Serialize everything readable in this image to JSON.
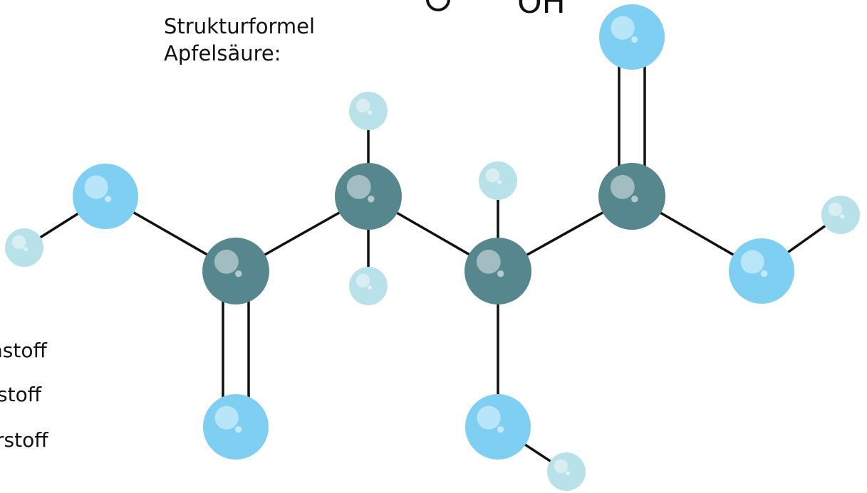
{
  "title": {
    "line1": "Strukturformel",
    "line2": "Apfelsäure:"
  },
  "top_fragment": {
    "text": "OH"
  },
  "legend": {
    "items": [
      {
        "label": "nstoff",
        "atom": "carbon"
      },
      {
        "label": "stoff",
        "atom": "oxygen"
      },
      {
        "label": "rstoff",
        "atom": "hydrogen"
      }
    ]
  },
  "colors": {
    "carbon": "#57878e",
    "oxygen": "#7fcff3",
    "hydrogen": "#b9e1e9",
    "bond": "#111111",
    "highlight": "#ffffff"
  },
  "molecule": {
    "atoms": [
      {
        "id": "C1",
        "element": "carbon"
      },
      {
        "id": "C2",
        "element": "carbon"
      },
      {
        "id": "C3",
        "element": "carbon"
      },
      {
        "id": "C4",
        "element": "carbon"
      },
      {
        "id": "O1",
        "element": "oxygen"
      },
      {
        "id": "O2",
        "element": "oxygen"
      },
      {
        "id": "O3",
        "element": "oxygen"
      },
      {
        "id": "O4",
        "element": "oxygen"
      },
      {
        "id": "O5",
        "element": "oxygen"
      },
      {
        "id": "H1",
        "element": "hydrogen"
      },
      {
        "id": "H2",
        "element": "hydrogen"
      },
      {
        "id": "H3",
        "element": "hydrogen"
      },
      {
        "id": "H4",
        "element": "hydrogen"
      },
      {
        "id": "H5",
        "element": "hydrogen"
      },
      {
        "id": "H6",
        "element": "hydrogen"
      }
    ],
    "bonds": [
      {
        "a": "H1",
        "b": "O1",
        "order": 1
      },
      {
        "a": "O1",
        "b": "C1",
        "order": 1
      },
      {
        "a": "C1",
        "b": "O2",
        "order": 2
      },
      {
        "a": "C1",
        "b": "C2",
        "order": 1
      },
      {
        "a": "C2",
        "b": "H2",
        "order": 1
      },
      {
        "a": "C2",
        "b": "H3",
        "order": 1
      },
      {
        "a": "C2",
        "b": "C3",
        "order": 1
      },
      {
        "a": "C3",
        "b": "H4",
        "order": 1
      },
      {
        "a": "C3",
        "b": "O3",
        "order": 1
      },
      {
        "a": "O3",
        "b": "H5",
        "order": 1
      },
      {
        "a": "C3",
        "b": "C4",
        "order": 1
      },
      {
        "a": "C4",
        "b": "O4",
        "order": 2
      },
      {
        "a": "C4",
        "b": "O5",
        "order": 1
      },
      {
        "a": "O5",
        "b": "H6",
        "order": 1
      }
    ]
  }
}
